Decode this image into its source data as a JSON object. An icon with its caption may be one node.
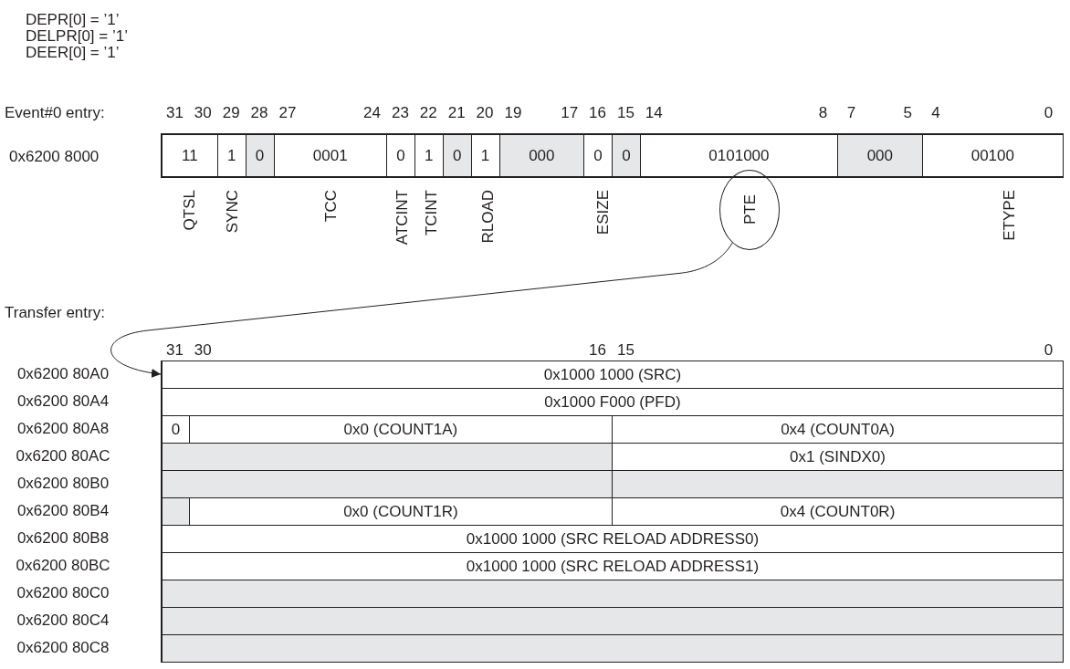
{
  "diagram": {
    "nodes": [
      {
        "text": [
          "11"
        ]
      },
      {
        "text": [
          "1"
        ]
      },
      {
        "text": [
          "0"
        ]
      },
      {
        "text": [
          "0001"
        ]
      },
      {
        "text": [
          "0"
        ]
      },
      {
        "text": [
          "1"
        ]
      },
      {
        "text": [
          "0"
        ]
      },
      {
        "text": [
          "1"
        ]
      },
      {
        "text": [
          "000"
        ]
      },
      {
        "text": [
          "0"
        ]
      },
      {
        "text": [
          "0"
        ]
      },
      {
        "text": [
          "0101000"
        ]
      },
      {
        "text": [
          "000"
        ]
      },
      {
        "text": [
          "00100"
        ]
      },
      {
        "text": [
          "PTE"
        ]
      },
      {
        "text": [
          "0x1000 1000 (SRC)"
        ]
      },
      {
        "text": [
          "0x1000 F000 (PFD)"
        ]
      },
      {
        "text": [
          "0"
        ]
      },
      {
        "text": [
          "0x0 (COUNT1A)"
        ]
      },
      {
        "text": [
          "0x4 (COUNT0A)"
        ]
      },
      {
        "text": [],
        "shape": "box"
      },
      {
        "text": [
          "0x1 (SINDX0)"
        ]
      },
      {
        "text": [],
        "shape": "box"
      },
      {
        "text": [],
        "shape": "box"
      },
      {
        "text": [],
        "shape": "box"
      },
      {
        "text": [
          "0x0 (COUNT1R)"
        ]
      },
      {
        "text": [
          "0x4 (COUNT0R)"
        ]
      },
      {
        "text": [
          "0x1000 1000 (SRC RELOAD ADDRESS0)"
        ]
      },
      {
        "text": [
          "0x1000 1000 (SRC RELOAD ADDRESS1)"
        ]
      },
      {
        "text": [],
        "shape": "box"
      },
      {
        "text": [],
        "shape": "box"
      },
      {
        "text": [],
        "shape": "box"
      }
    ],
    "edges": [
      {
        "from": 14,
        "to": 15,
        "arrow": "to"
      }
    ],
    "labels": [
      "DEPR[0] = ’1’",
      "DELPR[0] = ’1’",
      "DEER[0] = ’1’",
      "Event#0 entry:",
      "31",
      "30",
      "29",
      "28",
      "27",
      "24",
      "23",
      "22",
      "21",
      "20",
      "19",
      "17",
      "16",
      "15",
      "14",
      "8",
      "7",
      "5",
      "4",
      "0",
      "0x6200 8000",
      "QTSL",
      "SYNC",
      "TCC",
      "ATCINT",
      "TCINT",
      "RLOAD",
      "ESIZE",
      "ETYPE",
      "Transfer entry:",
      "31",
      "30",
      "16",
      "15",
      "0",
      "0x6200 80A0",
      "0x6200 80A4",
      "0x6200 80A8",
      "0x6200 80AC",
      "0x6200 80B0",
      "0x6200 80B4",
      "0x6200 80B8",
      "0x6200 80BC",
      "0x6200 80C0",
      "0x6200 80C4",
      "0x6200 80C8"
    ]
  }
}
